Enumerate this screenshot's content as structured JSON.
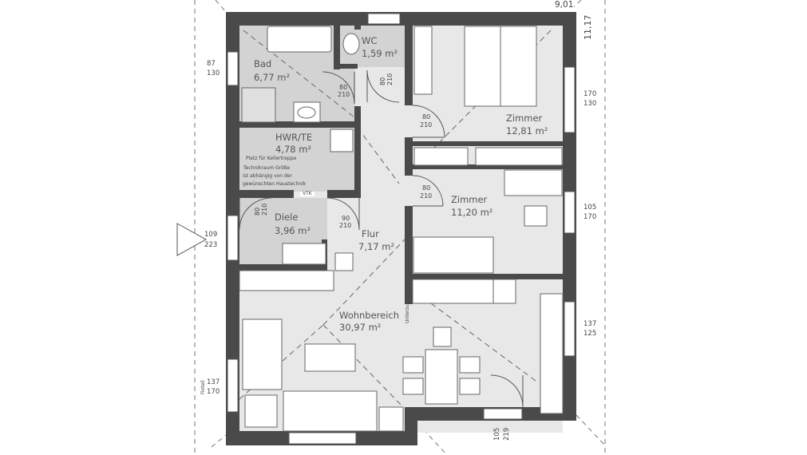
{
  "overall_dimensions": {
    "width": "9,01",
    "depth": "11,17"
  },
  "rooms": [
    {
      "name": "Bad",
      "area": "6,77 m²"
    },
    {
      "name": "WC",
      "area": "1,59 m²"
    },
    {
      "name": "HWR/TE",
      "area": "4,78 m²"
    },
    {
      "name": "Diele",
      "area": "3,96 m²"
    },
    {
      "name": "Flur",
      "area": "7,17 m²"
    },
    {
      "name": "Zimmer",
      "area": "12,81 m²"
    },
    {
      "name": "Zimmer",
      "area": "11,20 m²"
    },
    {
      "name": "Wohnbereich",
      "area": "30,97 m²"
    }
  ],
  "notes": {
    "hwr_line1": "Platz für Kellertreppe",
    "hwr_line2": "Technikraum Größe",
    "hwr_line3": "ist abhängig von der",
    "hwr_line4": "gewünschten Haustechnik",
    "vtk": "VTK",
    "unterzug": "Unterzug",
    "fixteil": "Fixteil"
  },
  "doors": [
    {
      "w": "80",
      "h": "210"
    },
    {
      "w": "80",
      "h": "210"
    },
    {
      "w": "80",
      "h": "210"
    },
    {
      "w": "80",
      "h": "210"
    },
    {
      "w": "90",
      "h": "210"
    },
    {
      "w": "80",
      "h": "210"
    }
  ],
  "windows": [
    {
      "w": "87",
      "h": "130"
    },
    {
      "w": "109",
      "h": "223"
    },
    {
      "w": "137",
      "h": "170"
    },
    {
      "w": "170",
      "h": "130"
    },
    {
      "w": "105",
      "h": "170"
    },
    {
      "w": "137",
      "h": "125"
    },
    {
      "w": "105",
      "h": "219"
    }
  ],
  "colors": {
    "wall": "#4a4a4a",
    "floor_wet": "#d4d4d4",
    "floor": "#e6e6e6",
    "line": "#555555"
  }
}
